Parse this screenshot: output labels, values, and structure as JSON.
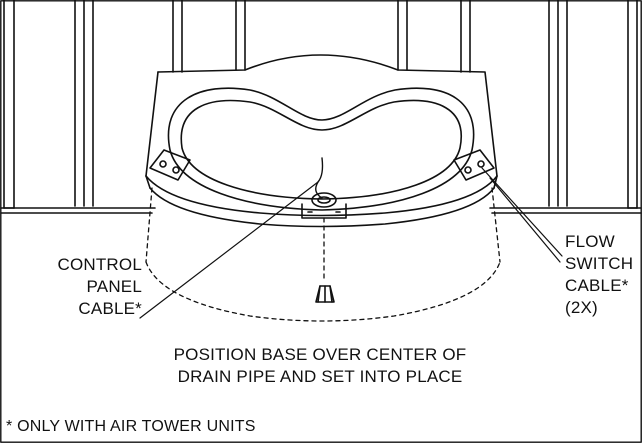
{
  "labels": {
    "control_panel_cable": [
      "CONTROL",
      "PANEL",
      "CABLE*"
    ],
    "flow_switch_cable": [
      "FLOW",
      "SWITCH",
      "CABLE*",
      "(2X)"
    ],
    "instruction": [
      "POSITION BASE OVER CENTER OF",
      "DRAIN PIPE AND SET INTO PLACE"
    ],
    "footnote": "* ONLY WITH AIR TOWER UNITS"
  },
  "colors": {
    "ink": "#111111",
    "background": "#ffffff"
  }
}
